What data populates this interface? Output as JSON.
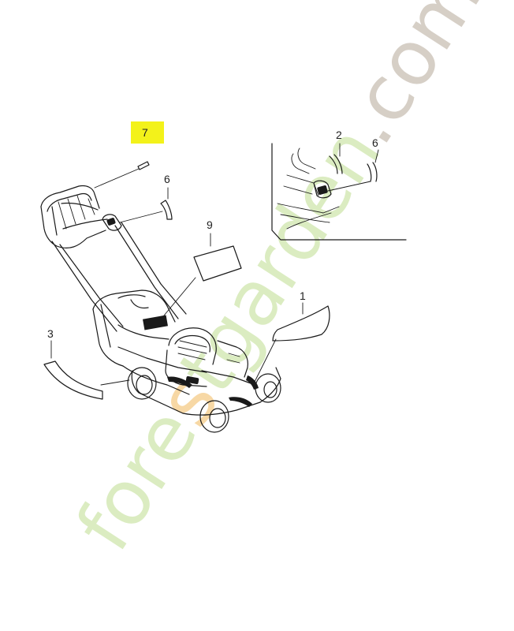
{
  "callouts": {
    "c1": "1",
    "c2": "2",
    "c3": "3",
    "c6a": "6",
    "c6b": "6",
    "c7": "7",
    "c9": "9"
  },
  "highlight_color": "#f3f21a",
  "watermark": {
    "part1": "fore",
    "part2": "s",
    "part3": "tgarden",
    "part4": ".com",
    "colors": {
      "green": "#cfe6ad",
      "orange": "#f6cf8f",
      "brown": "#c9bfb4"
    }
  }
}
